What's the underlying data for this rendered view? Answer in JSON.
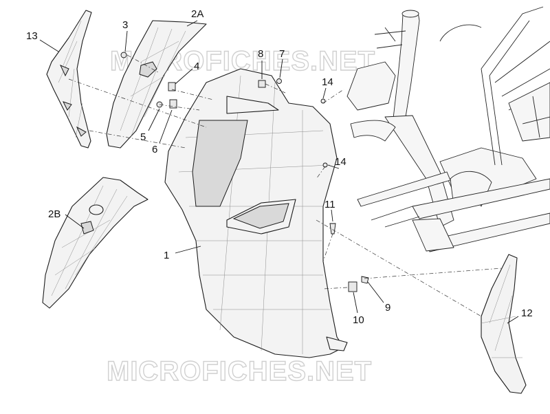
{
  "watermark": {
    "top": "MICROFICHES.NET",
    "bottom": "MICROFICHES.NET"
  },
  "callouts": [
    {
      "id": "1",
      "label": "1"
    },
    {
      "id": "2A",
      "label": "2A"
    },
    {
      "id": "2B",
      "label": "2B"
    },
    {
      "id": "3",
      "label": "3"
    },
    {
      "id": "4",
      "label": "4"
    },
    {
      "id": "5",
      "label": "5"
    },
    {
      "id": "6",
      "label": "6"
    },
    {
      "id": "7",
      "label": "7"
    },
    {
      "id": "8",
      "label": "8"
    },
    {
      "id": "9",
      "label": "9"
    },
    {
      "id": "10",
      "label": "10"
    },
    {
      "id": "11",
      "label": "11"
    },
    {
      "id": "12",
      "label": "12"
    },
    {
      "id": "13",
      "label": "13"
    },
    {
      "id": "14a",
      "label": "14"
    },
    {
      "id": "14b",
      "label": "14"
    }
  ]
}
